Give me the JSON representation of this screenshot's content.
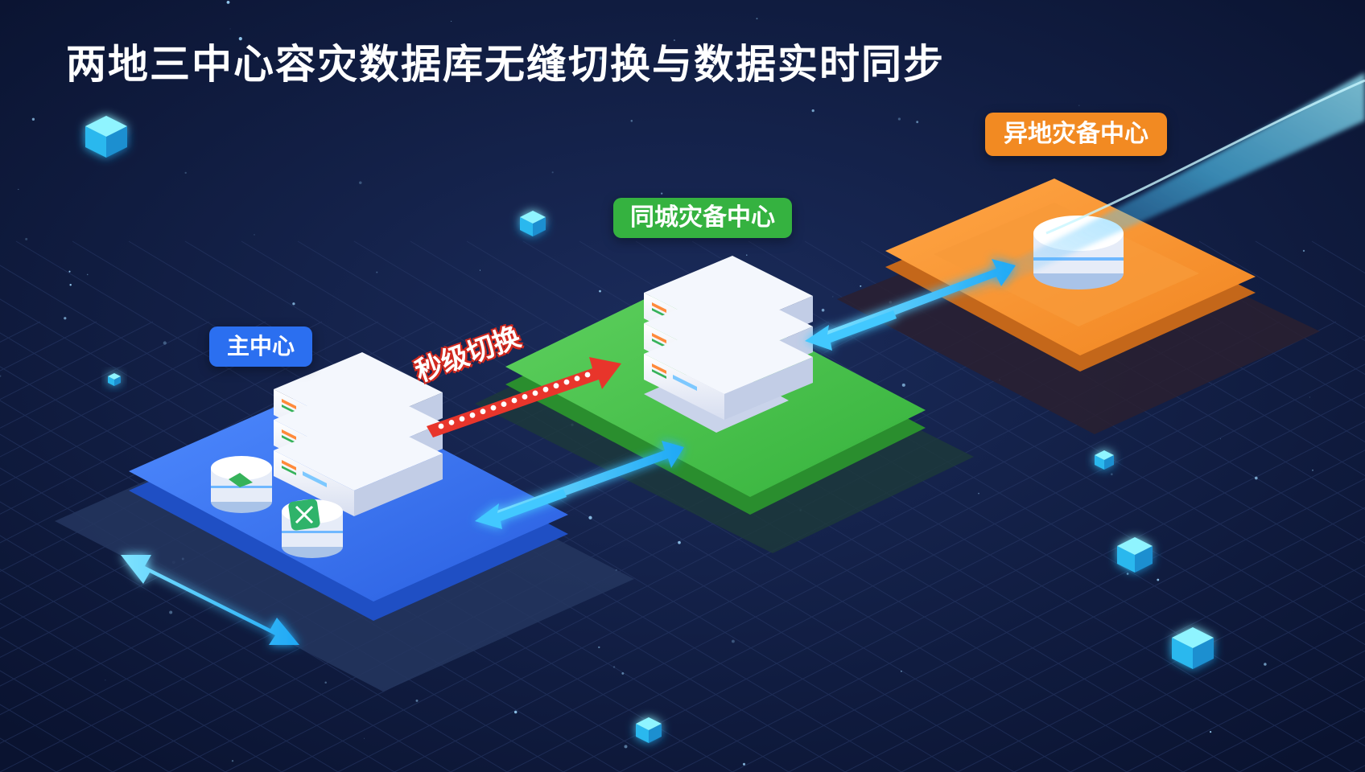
{
  "title": "两地三中心容灾数据库无缝切换与数据实时同步",
  "centers": {
    "main": {
      "label": "主中心",
      "color": "#2b6ff0"
    },
    "same_city": {
      "label": "同城灾备中心",
      "color": "#35b240"
    },
    "remote": {
      "label": "异地灾备中心",
      "color": "#f28a22"
    }
  },
  "switch": {
    "label": "秒级切换",
    "color": "#e8352b"
  },
  "colors": {
    "background": "#0f1a3a",
    "grid": "#2a3b6a",
    "sync_arrow": "#39c6ff",
    "cube": "#35d4ff"
  },
  "icons": [
    "server-rack-icon",
    "database-cylinder-icon",
    "sync-arrow-icon",
    "data-cube-icon"
  ]
}
